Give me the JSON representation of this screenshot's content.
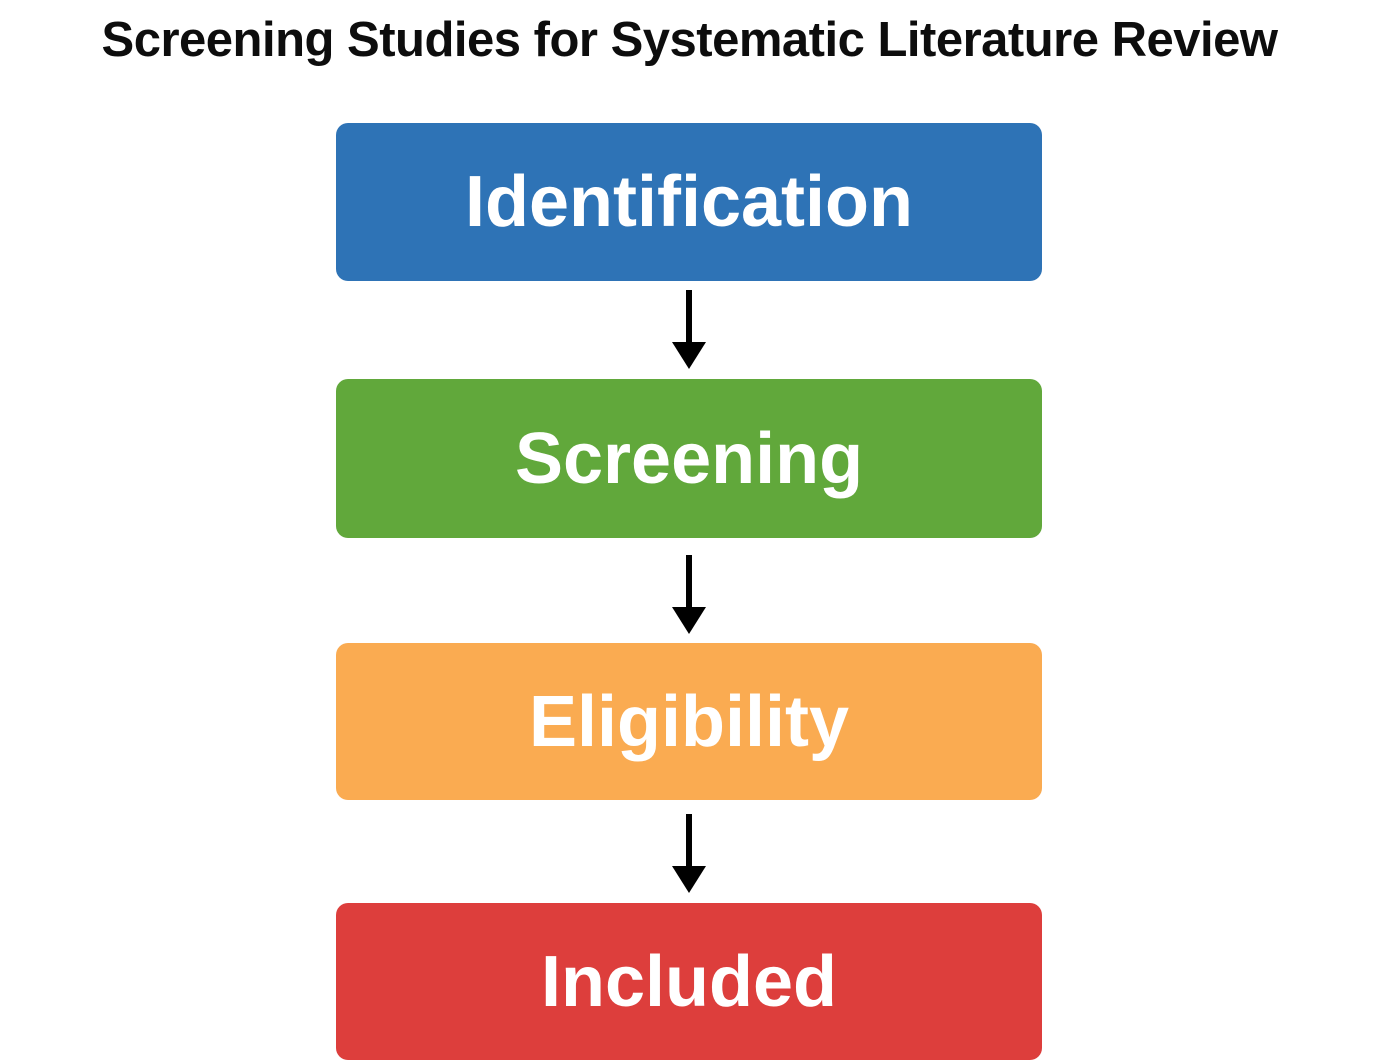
{
  "title": "Screening Studies for Systematic Literature Review",
  "flow": {
    "type": "flowchart",
    "direction": "top-to-bottom",
    "background": "#ffffff",
    "text_color": "#ffffff",
    "arrow_color": "#000000",
    "title_color": "#0d0d0d",
    "steps": [
      {
        "label": "Identification",
        "color": "#2e73b6"
      },
      {
        "label": "Screening",
        "color": "#61a83b"
      },
      {
        "label": "Eligibility",
        "color": "#faab51"
      },
      {
        "label": "Included",
        "color": "#dd3e3c"
      }
    ],
    "connectors": [
      {
        "from": "Identification",
        "to": "Screening",
        "style": "down-arrow"
      },
      {
        "from": "Screening",
        "to": "Eligibility",
        "style": "down-arrow"
      },
      {
        "from": "Eligibility",
        "to": "Included",
        "style": "down-arrow"
      }
    ]
  }
}
